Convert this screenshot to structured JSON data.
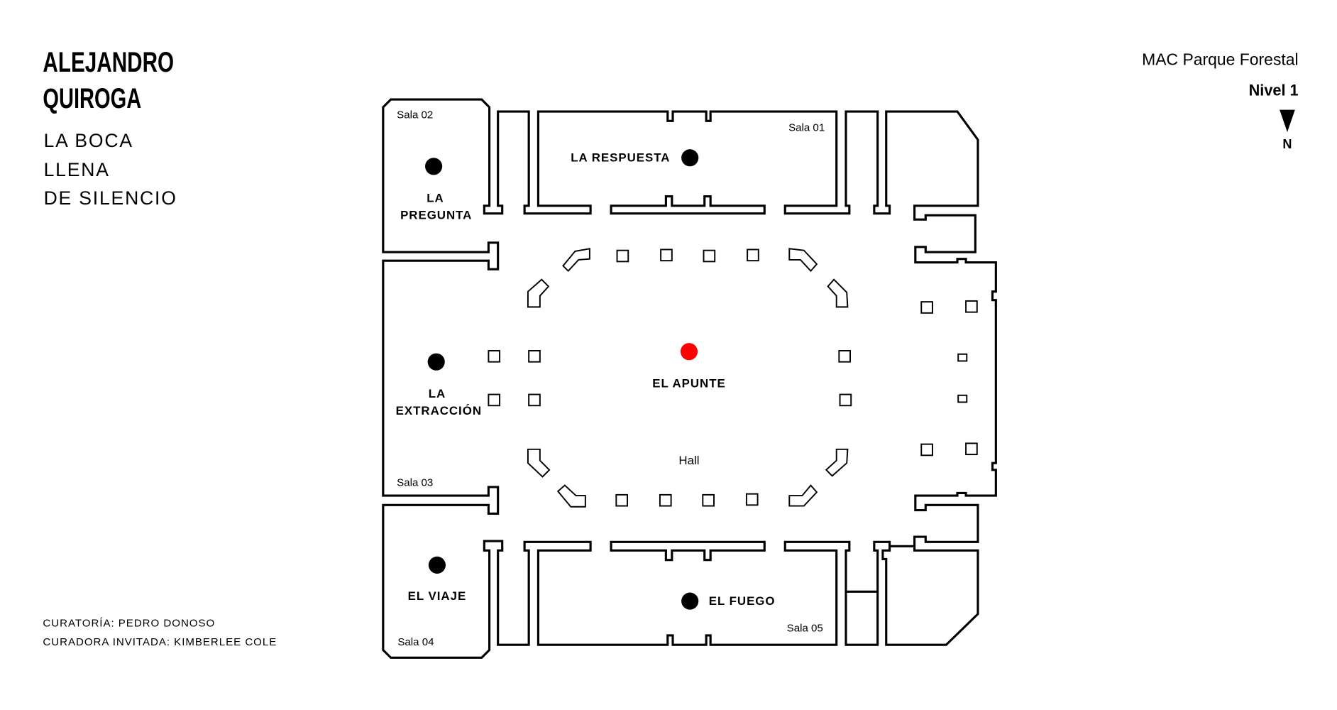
{
  "header": {
    "artist_line1": "ALEJANDRO",
    "artist_line2": "QUIROGA",
    "title_line1": "LA BOCA",
    "title_line2": "LLENA",
    "title_line3": "DE SILENCIO"
  },
  "credits": {
    "curator": "CURATORÍA: PEDRO DONOSO",
    "guest_curator": "CURADORA INVITADA: KIMBERLEE COLE"
  },
  "venue": {
    "name": "MAC Parque Forestal",
    "level": "Nivel 1",
    "north_label": "N"
  },
  "rooms": {
    "sala01": "Sala 01",
    "sala02": "Sala 02",
    "sala03": "Sala 03",
    "sala04": "Sala 04",
    "sala05": "Sala 05",
    "hall": "Hall"
  },
  "works": {
    "la_pregunta_1": "LA",
    "la_pregunta_2": "PREGUNTA",
    "la_respuesta": "LA RESPUESTA",
    "la_extraccion_1": "LA",
    "la_extraccion_2": "EXTRACCIÓN",
    "el_viaje": "EL VIAJE",
    "el_apunte": "EL APUNTE",
    "el_fuego": "EL FUEGO"
  },
  "colors": {
    "marker": "#000000",
    "highlight_marker": "#ff0000"
  }
}
